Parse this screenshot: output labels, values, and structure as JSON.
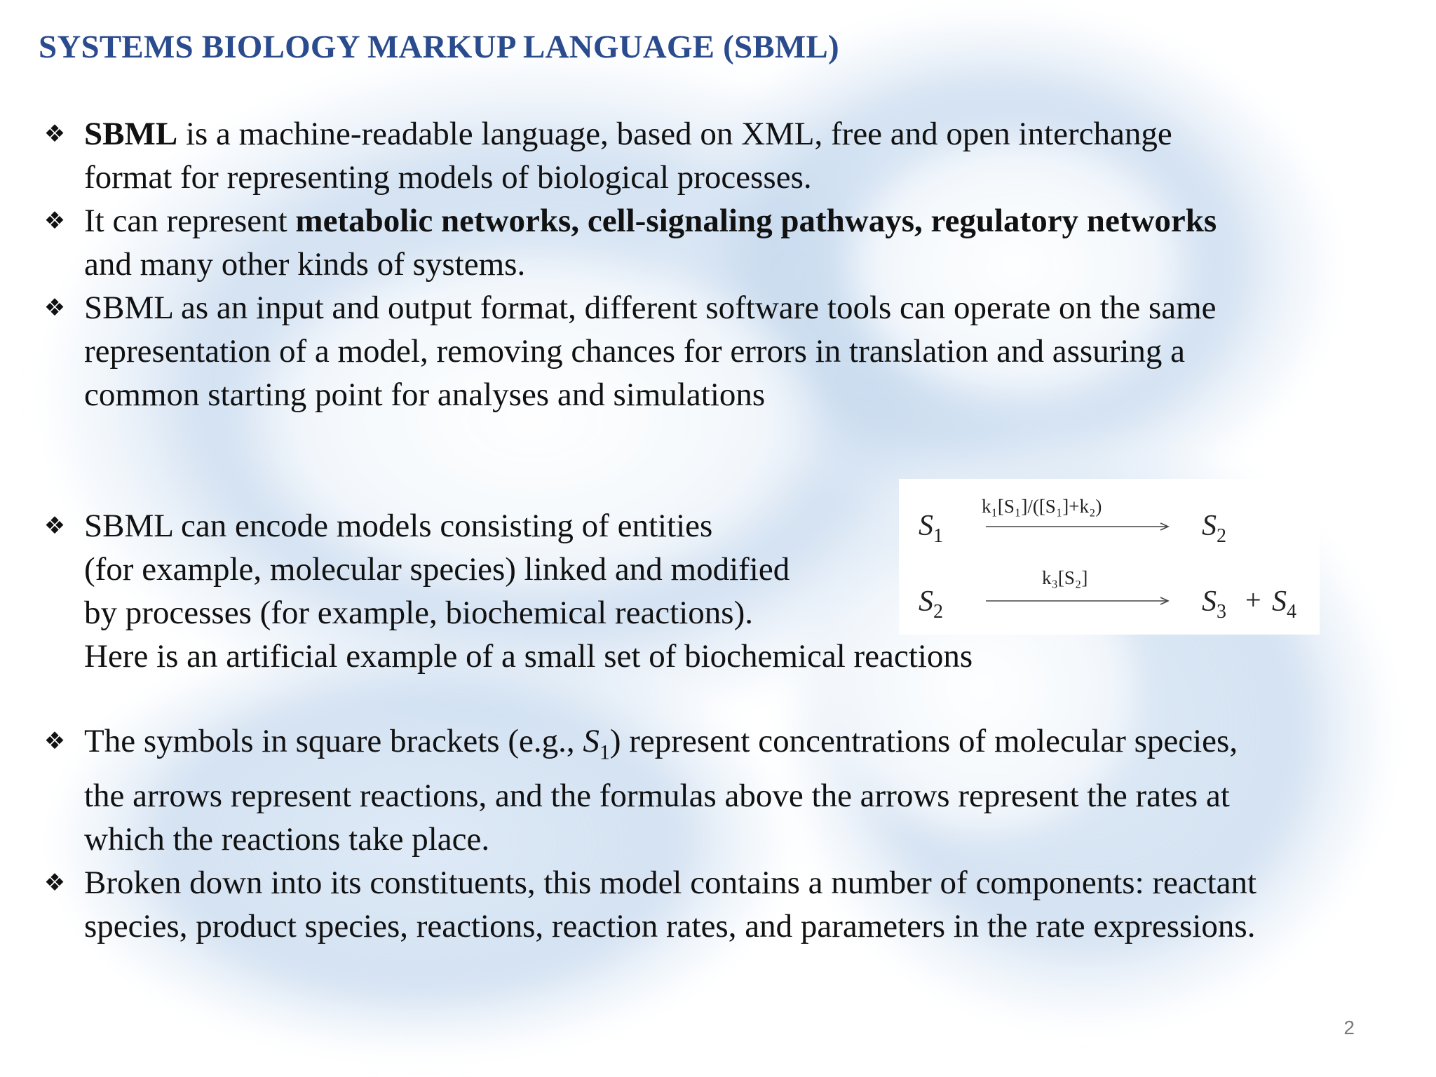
{
  "title": "SYSTEMS BIOLOGY MARKUP LANGUAGE (SBML)",
  "bullets1": [
    {
      "lead_bold": "SBML",
      "text": " is a machine-readable language, based on XML, free and open interchange",
      "cont": "format for  representing models of biological processes."
    },
    {
      "pre": "It can represent ",
      "bold": "metabolic networks, cell-signaling pathways, regulatory networks",
      "cont": "and many other kinds of systems."
    },
    {
      "line1": "SBML as an input and output format, different software tools can operate on the same",
      "line2": "representation of a model, removing chances for errors in translation and assuring a",
      "line3": "common starting point for analyses and simulations"
    }
  ],
  "bullet_entities": {
    "line1": "SBML can encode models consisting of entities",
    "line2": "(for example, molecular species) linked and modified",
    "line3": "by processes (for example, biochemical reactions).",
    "line4": "Here is an artificial example of a small set of biochemical reactions"
  },
  "equations": {
    "r1_left": "S",
    "r1_left_sub": "1",
    "r1_rate": "k₁[S₁]/([S₁]+k₂)",
    "r1_right": "S",
    "r1_right_sub": "2",
    "r2_left": "S",
    "r2_left_sub": "2",
    "r2_rate": "k₃[S₂]",
    "r2_right_a": "S",
    "r2_right_a_sub": "3",
    "r2_plus": "+",
    "r2_right_b": "S",
    "r2_right_b_sub": "4"
  },
  "bullets3": [
    {
      "pre": "The symbols in square brackets (e.g., ",
      "sym": "S",
      "sym_sub": "1",
      "post": ") represent concentrations of molecular species,",
      "line2": "the arrows represent reactions, and the formulas above the arrows represent the rates at",
      "line3": "which the reactions take place."
    },
    {
      "line1": "Broken down into its constituents, this model contains a number of components: reactant",
      "line2": "species, product species, reactions, reaction rates, and parameters in the rate expressions."
    }
  ],
  "page_number": "2",
  "colors": {
    "title": "#2a4b8d",
    "watermark": "#c9dbee"
  }
}
